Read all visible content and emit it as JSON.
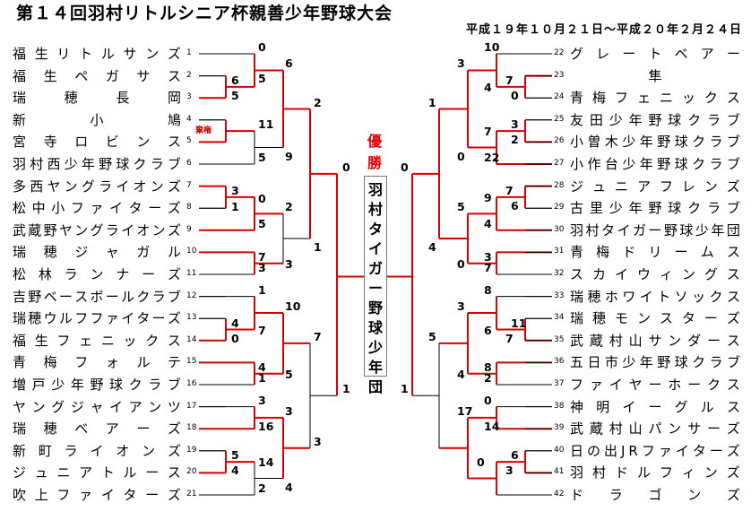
{
  "header": {
    "title": "第１４回羽村リトルシニア杯親善少年野球大会",
    "dates": "平成１９年１０月２１日～平成２０年２月２４日"
  },
  "left_teams": [
    {
      "seed": "1",
      "name": "福生リトルサンズ"
    },
    {
      "seed": "2",
      "name": "福生ペガサス"
    },
    {
      "seed": "3",
      "name": "瑞穂長岡"
    },
    {
      "seed": "4",
      "name": "新小鳩"
    },
    {
      "seed": "5",
      "name": "宮寺ロビンス"
    },
    {
      "seed": "6",
      "name": "羽村西少年野球クラブ"
    },
    {
      "seed": "7",
      "name": "多西ヤングライオンズ"
    },
    {
      "seed": "8",
      "name": "松中小ファイターズ"
    },
    {
      "seed": "9",
      "name": "武蔵野ヤングライオンズ"
    },
    {
      "seed": "10",
      "name": "瑞穂ジャガル"
    },
    {
      "seed": "11",
      "name": "松林ランナーズ"
    },
    {
      "seed": "12",
      "name": "吉野ベースボールクラブ"
    },
    {
      "seed": "13",
      "name": "瑞穂ウルフファイターズ"
    },
    {
      "seed": "14",
      "name": "福生フェニックス"
    },
    {
      "seed": "15",
      "name": "青梅フォルテ"
    },
    {
      "seed": "16",
      "name": "増戸少年野球クラブ"
    },
    {
      "seed": "17",
      "name": "ヤングジャイアンツ"
    },
    {
      "seed": "18",
      "name": "瑞穂ベアーズ"
    },
    {
      "seed": "19",
      "name": "新町ライオンズ"
    },
    {
      "seed": "20",
      "name": "ジュニアトルース"
    },
    {
      "seed": "21",
      "name": "吹上ファイターズ"
    }
  ],
  "right_teams": [
    {
      "seed": "22",
      "name": "グレートベアー"
    },
    {
      "seed": "23",
      "name": "隼"
    },
    {
      "seed": "24",
      "name": "青梅フェニックス"
    },
    {
      "seed": "25",
      "name": "友田少年野球クラブ"
    },
    {
      "seed": "26",
      "name": "小曽木少年野球クラブ"
    },
    {
      "seed": "27",
      "name": "小作台少年野球クラブ"
    },
    {
      "seed": "28",
      "name": "ジュニアフレンズ"
    },
    {
      "seed": "29",
      "name": "古里少年野球クラブ"
    },
    {
      "seed": "30",
      "name": "羽村タイガー野球少年団"
    },
    {
      "seed": "31",
      "name": "青梅ドリームス"
    },
    {
      "seed": "32",
      "name": "スカイウィングス"
    },
    {
      "seed": "33",
      "name": "瑞穂ホワイトソックス"
    },
    {
      "seed": "34",
      "name": "瑞穂モンスターズ"
    },
    {
      "seed": "35",
      "name": "武蔵村山サンダース"
    },
    {
      "seed": "36",
      "name": "五日市少年野球クラブ"
    },
    {
      "seed": "37",
      "name": "ファイヤーホークス"
    },
    {
      "seed": "38",
      "name": "神明イーグルス"
    },
    {
      "seed": "39",
      "name": "武蔵村山パンサーズ"
    },
    {
      "seed": "40",
      "name": "日の出JRファイターズ"
    },
    {
      "seed": "41",
      "name": "羽村ドルフィンズ"
    },
    {
      "seed": "42",
      "name": "ドラゴンズ"
    }
  ],
  "scores": [
    "0",
    "6",
    "5",
    "5",
    "6",
    "11",
    "9",
    "5",
    "2",
    "3",
    "0",
    "1",
    "2",
    "5",
    "7",
    "3",
    "1",
    "3",
    "0",
    "1",
    "4",
    "0",
    "7",
    "10",
    "4",
    "5",
    "1",
    "7",
    "3",
    "16",
    "3",
    "5",
    "4",
    "14",
    "4",
    "2",
    "3",
    "1",
    "0",
    "1",
    "10",
    "7",
    "0",
    "3",
    "4",
    "3",
    "2",
    "7",
    "22",
    "0",
    "1",
    "7",
    "6",
    "9",
    "4",
    "5",
    "3",
    "7",
    "0",
    "4",
    "8",
    "11",
    "7",
    "6",
    "3",
    "8",
    "2",
    "4",
    "5",
    "0",
    "14",
    "17",
    "6",
    "3",
    "0"
  ],
  "forfeit_label": "棄権",
  "champion": {
    "label": "優勝",
    "name": "羽村タイガー野球少年団"
  },
  "colors": {
    "winner_line": "#d40000",
    "loser_line": "#000000"
  }
}
